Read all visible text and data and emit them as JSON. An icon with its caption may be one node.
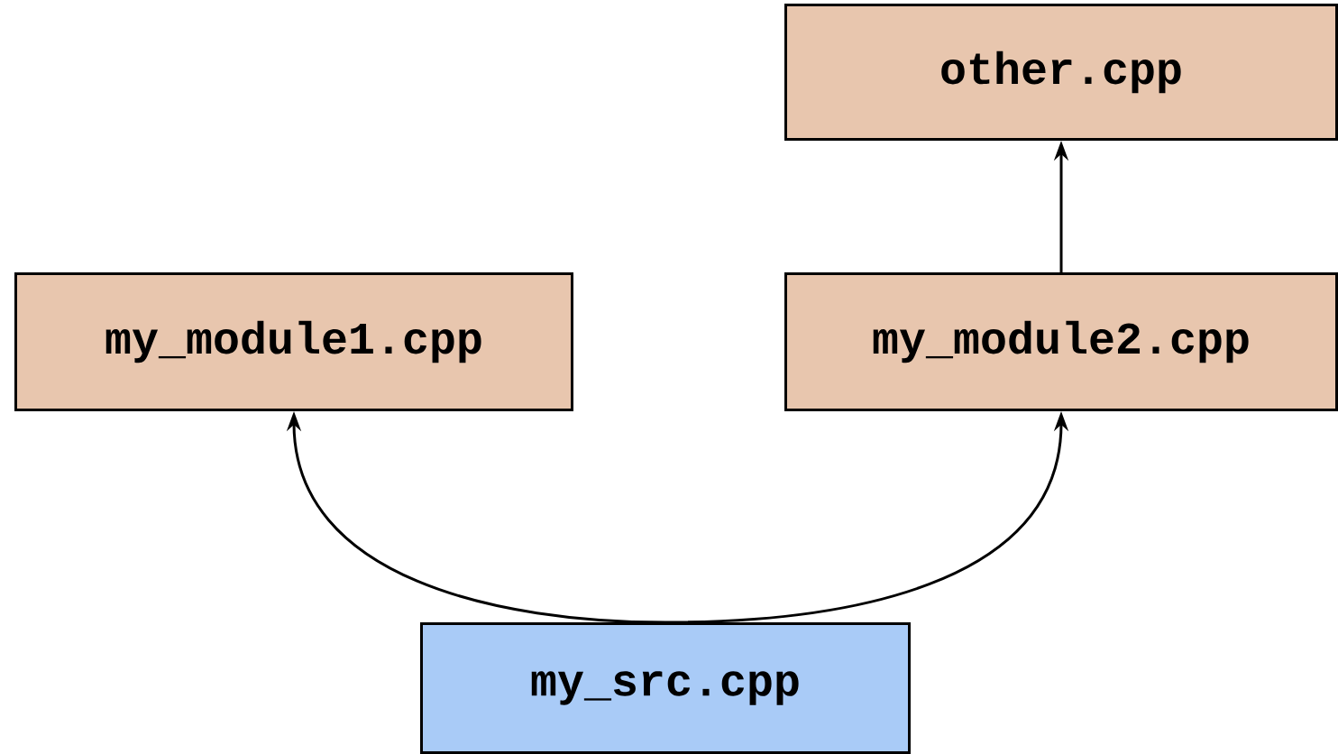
{
  "diagram": {
    "nodes": [
      {
        "text": [
          "other.cpp"
        ]
      },
      {
        "text": [
          "my_module1.cpp"
        ]
      },
      {
        "text": [
          "my_module2.cpp"
        ]
      },
      {
        "text": [
          "my_src.cpp"
        ]
      }
    ],
    "edges": [
      {
        "from": 2,
        "to": 0,
        "arrow": "to"
      },
      {
        "from": 3,
        "to": 1,
        "arrow": "to"
      },
      {
        "from": 3,
        "to": 2,
        "arrow": "to"
      }
    ]
  }
}
